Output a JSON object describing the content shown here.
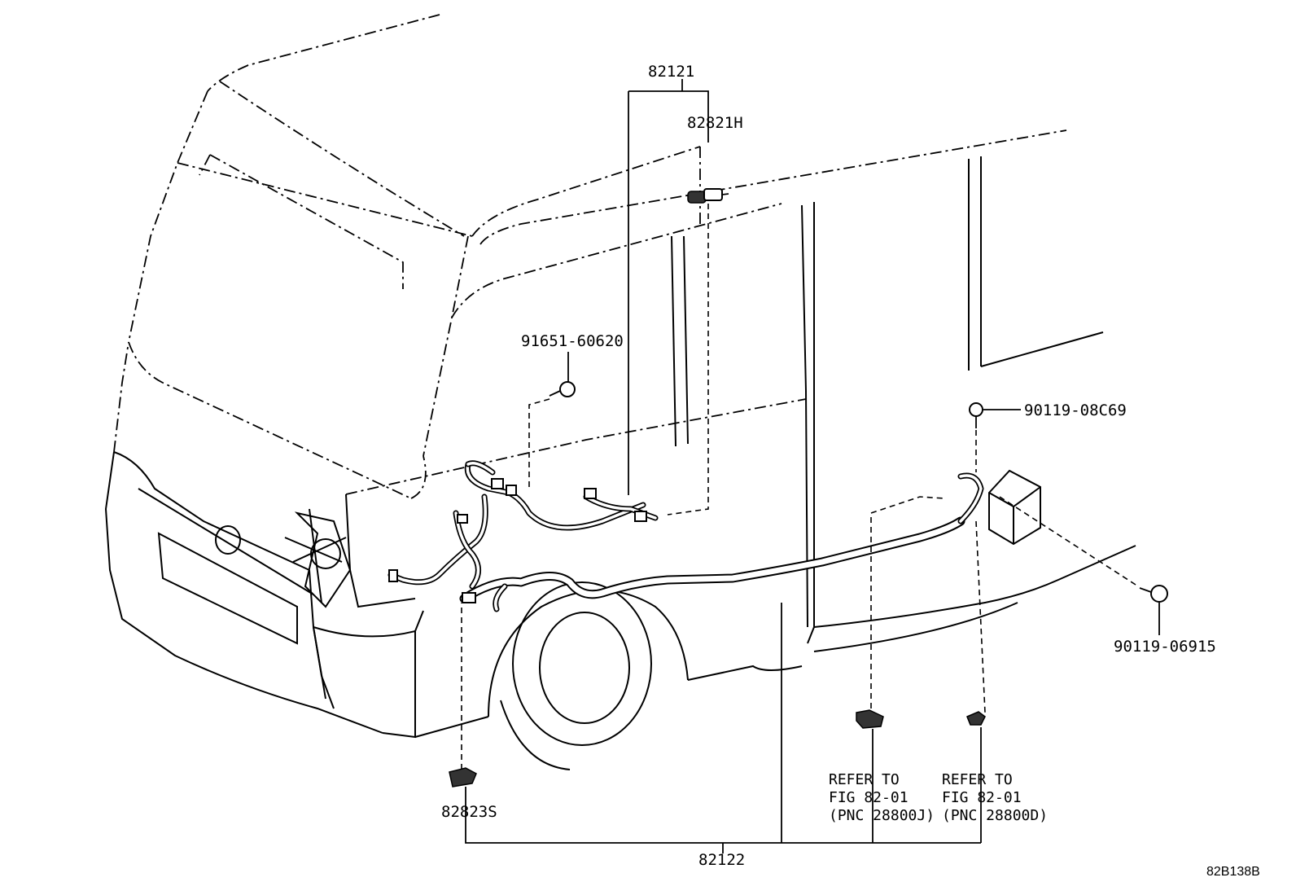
{
  "diagram_id": "82B138B",
  "callouts": {
    "harness_front": "82121",
    "clamp_upper": "82821H",
    "bolt_front": "91651-60620",
    "bolt_rear_top": "90119-08C69",
    "bolt_rear_side": "90119-06915",
    "clamp_lower": "82823S",
    "harness_frame": "82122"
  },
  "refer_left": {
    "line1": "REFER TO",
    "line2": "FIG 82-01",
    "line3": "(PNC 28800J)"
  },
  "refer_right": {
    "line1": "REFER TO",
    "line2": "FIG 82-01",
    "line3": "(PNC 28800D)"
  }
}
